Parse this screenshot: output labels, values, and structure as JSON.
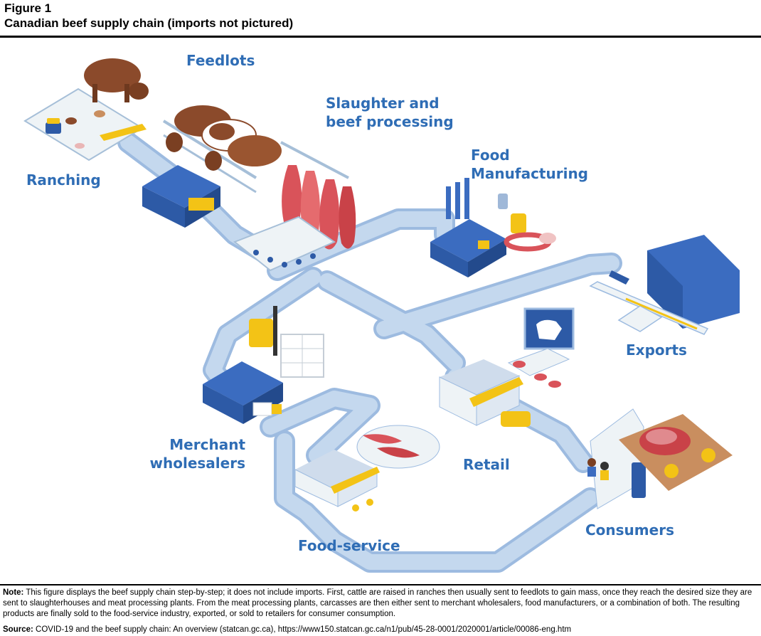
{
  "figure": {
    "label": "Figure 1",
    "title": "Canadian beef supply chain (imports not pictured)"
  },
  "stages": {
    "feedlots": "Feedlots",
    "ranching": "Ranching",
    "slaughter_line1": "Slaughter and",
    "slaughter_line2": "beef processing",
    "food_mfg_line1": "Food",
    "food_mfg_line2": "Manufacturing",
    "exports": "Exports",
    "merchant_line1": "Merchant",
    "merchant_line2": "wholesalers",
    "retail": "Retail",
    "consumers": "Consumers",
    "food_service": "Food-service"
  },
  "footer": {
    "note_label": "Note:",
    "note_text": "This figure displays the beef supply chain step-by-step; it does not include imports. First, cattle are raised in ranches then usually sent to feedlots to gain mass, once they reach the desired size they are sent to slaughterhouses and meat processing plants. From the meat processing plants, carcasses are then either sent to merchant wholesalers, food manufacturers, or a combination of both. The resulting products are finally sold to the food-service industry, exported, or sold to retailers for consumer consumption.",
    "source_label": "Source:",
    "source_text": "COVID-19 and the beef supply chain: An overview (statcan.gc.ca), https://www150.statcan.gc.ca/n1/pub/45-28-0001/2020001/article/00086-eng.htm"
  },
  "colors": {
    "label_blue": "#2f6db5",
    "road": "#bcd3ec",
    "road_edge": "#9dbbe0",
    "building": "#2d5aa6",
    "cattle": "#8b4a2b",
    "meat": "#d9535a",
    "yellow": "#f3c316"
  }
}
